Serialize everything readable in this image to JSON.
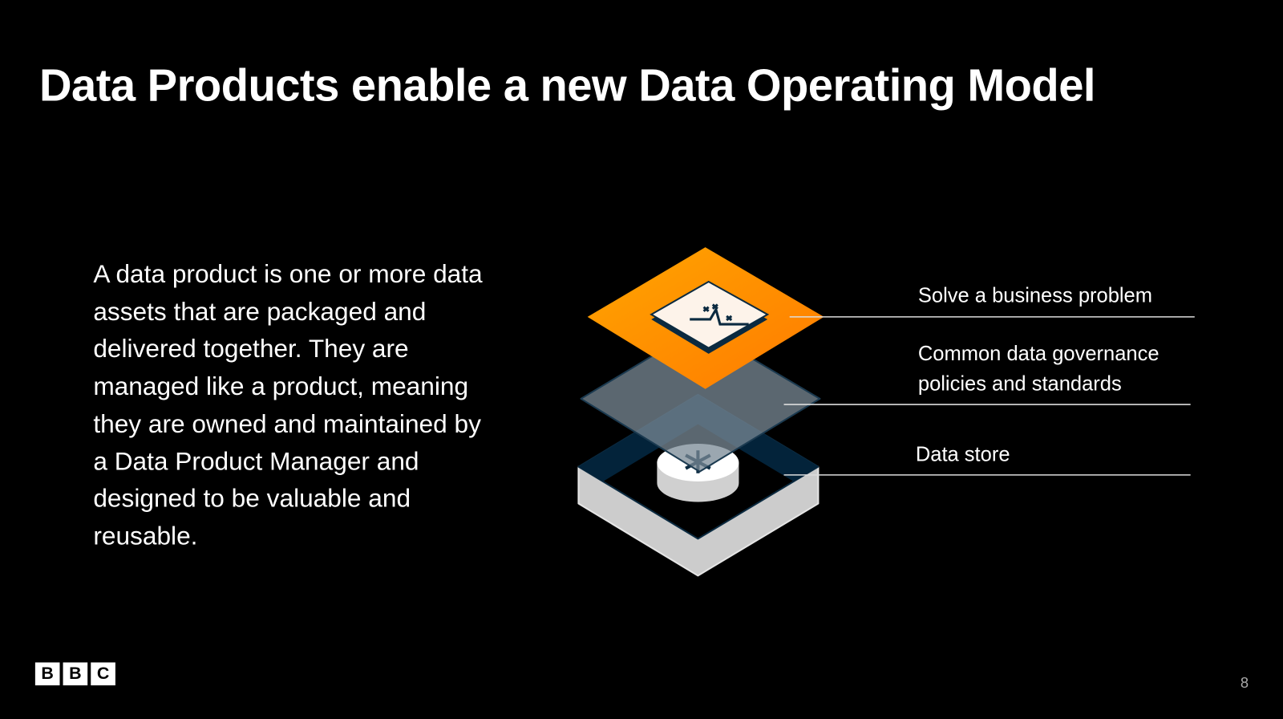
{
  "slide": {
    "title": "Data Products enable a new Data Operating Model",
    "body": "A data product is one or more data assets that are packaged and delivered together. They are managed like a product, meaning they are owned and maintained by a Data Product Manager and designed to be valuable and reusable.",
    "layers": [
      {
        "label": "Solve a business problem"
      },
      {
        "label": "Common data governance policies and standards"
      },
      {
        "label": "Data store"
      }
    ],
    "logo": "BBC",
    "page_number": "8"
  },
  "colors": {
    "accent": "#ff8a00",
    "navy": "#0b2a40",
    "grey_layer": "#666666"
  }
}
